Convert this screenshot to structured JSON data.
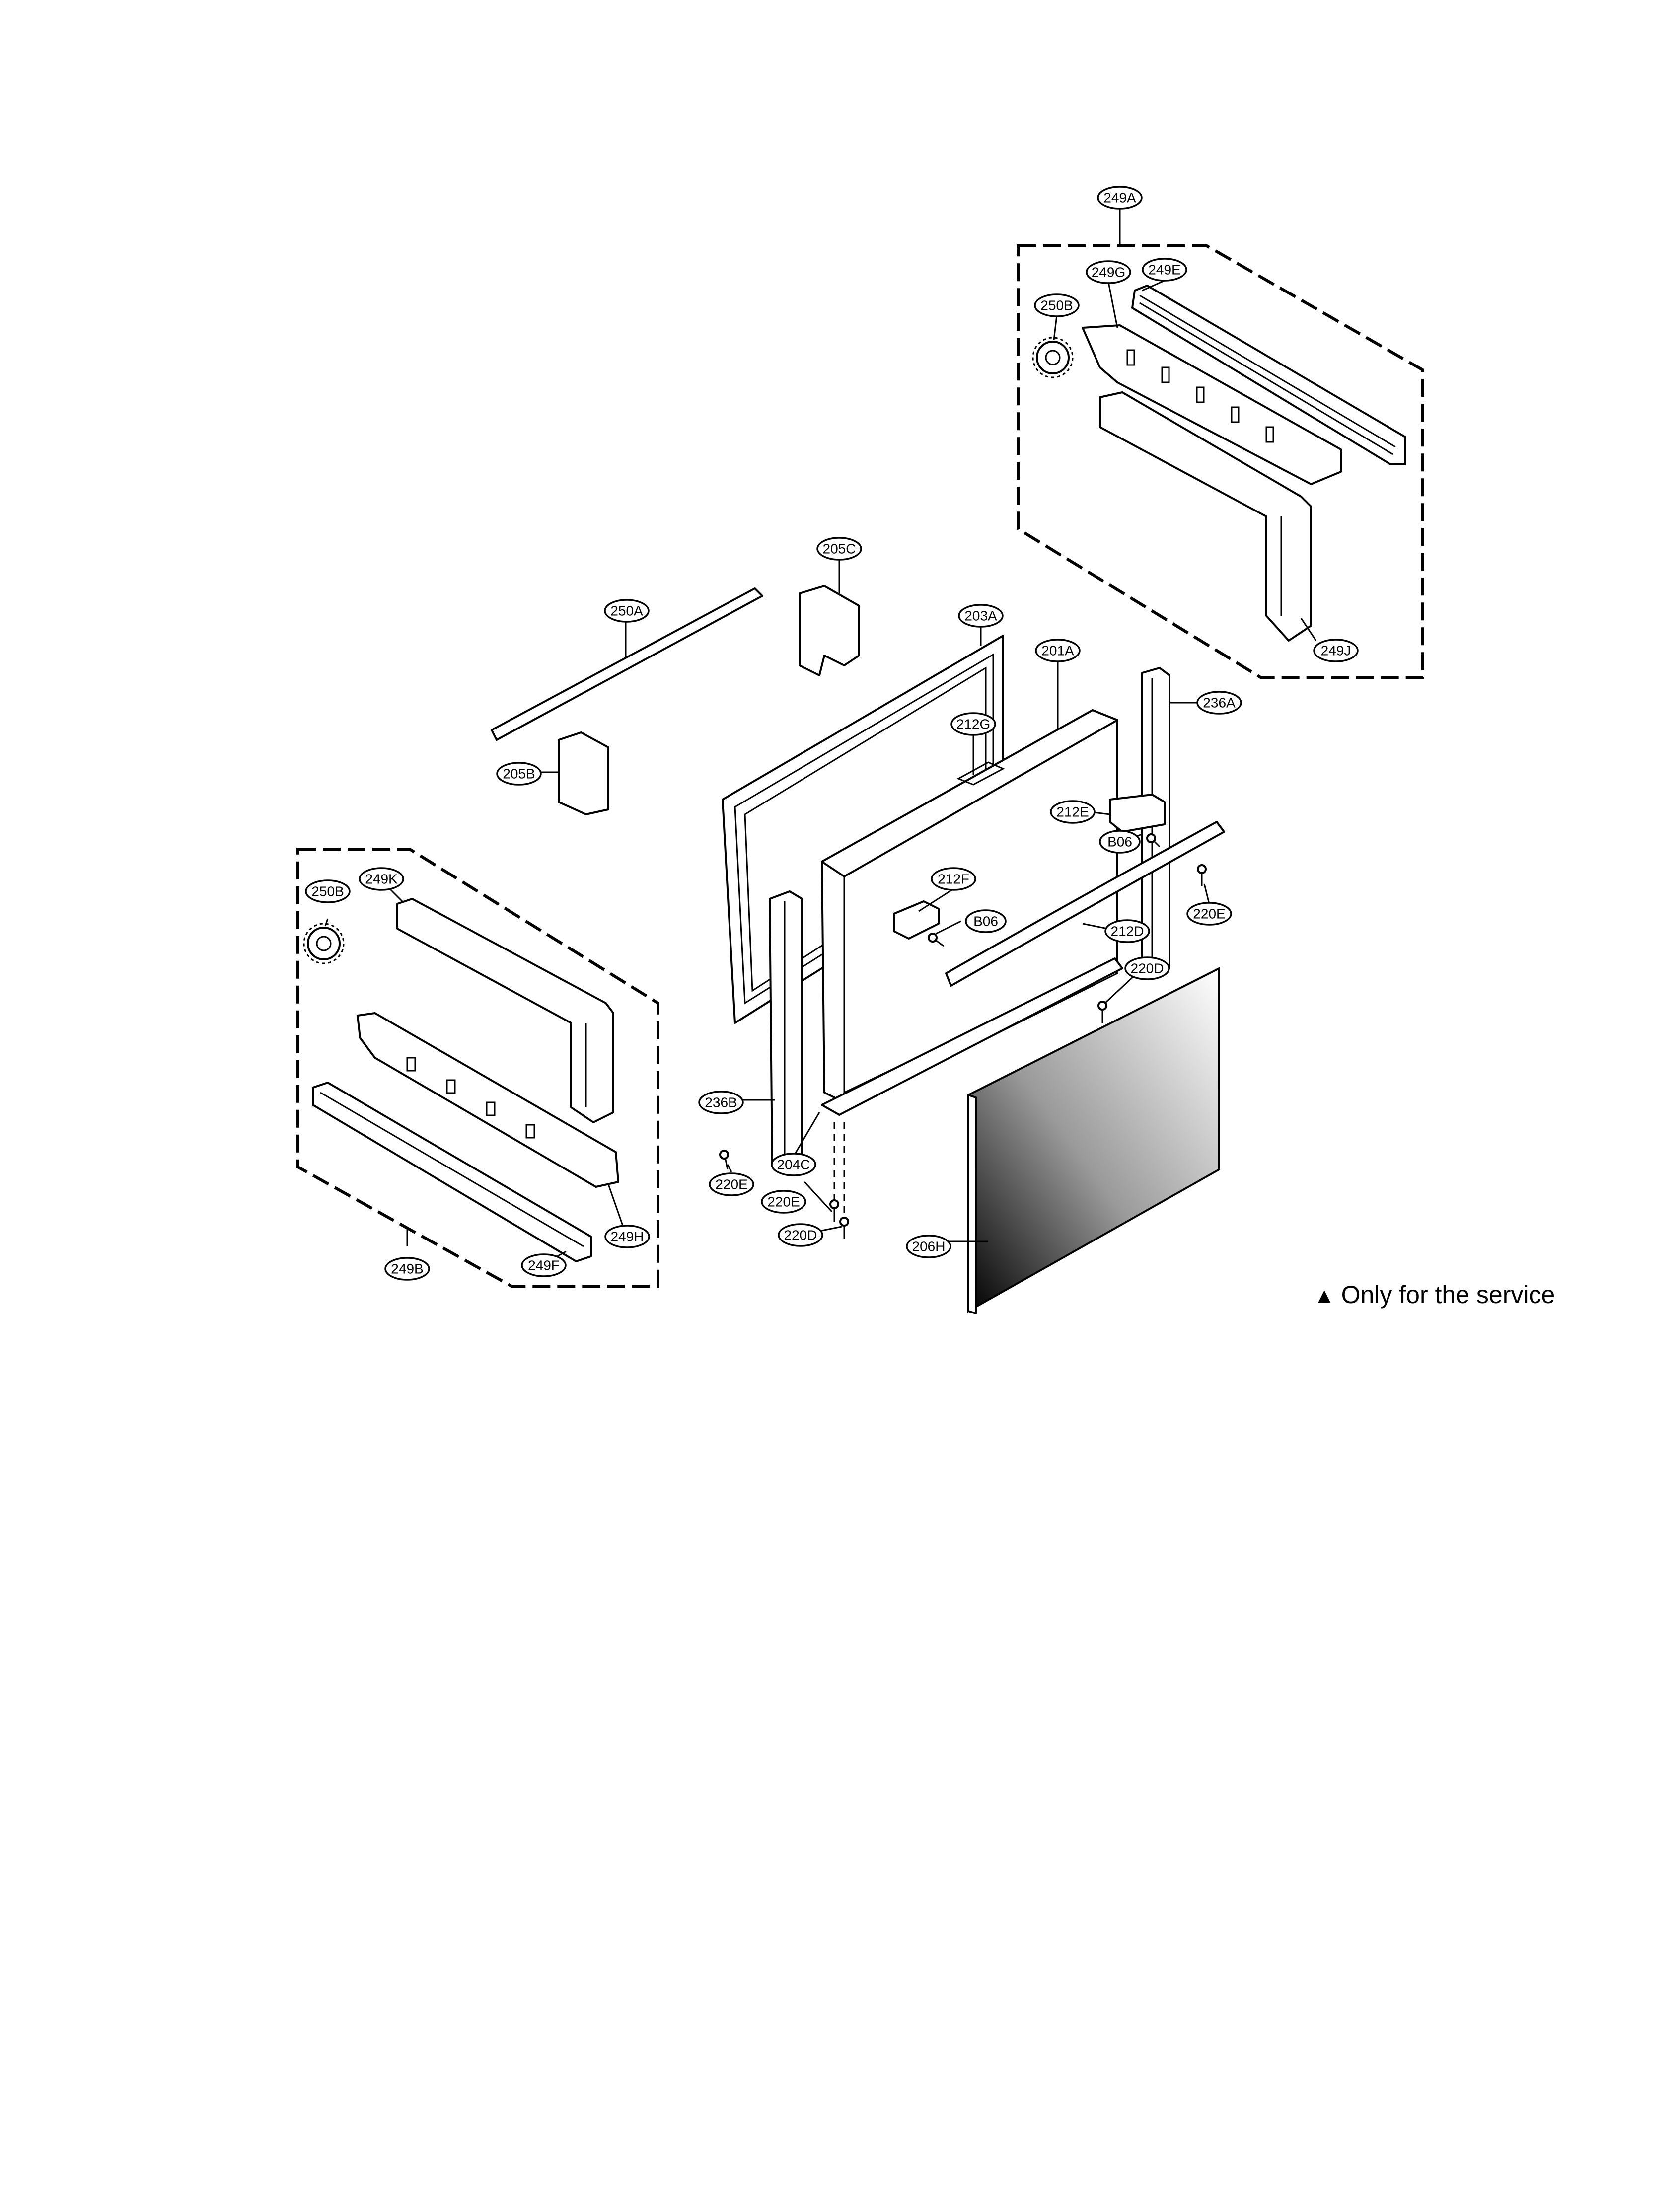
{
  "callouts": {
    "c249A": "249A",
    "c249G": "249G",
    "c249E": "249E",
    "c250B_top": "250B",
    "c249J": "249J",
    "c205C": "205C",
    "c250A": "250A",
    "c203A": "203A",
    "c201A": "201A",
    "c236A": "236A",
    "c212G": "212G",
    "c205B": "205B",
    "c212E": "212E",
    "c B06_right": "B06",
    "cB06_right": "B06",
    "c212F": "212F",
    "cB06_left": "B06",
    "c220E_right": "220E",
    "c212D": "212D",
    "c220D_right": "220D",
    "c250B_left": "250B",
    "c249K": "249K",
    "c236B": "236B",
    "c204C": "204C",
    "c220E_left": "220E",
    "c220E_mid": "220E",
    "c220D_bottom": "220D",
    "c206H": "206H",
    "c249H": "249H",
    "c249B": "249B",
    "c249F": "249F"
  },
  "note": {
    "symbol": "▲",
    "text": "Only for the service"
  }
}
